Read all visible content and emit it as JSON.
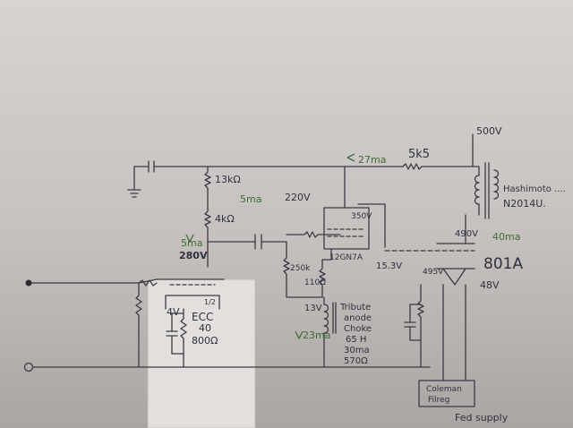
{
  "labels": {
    "r_13k": "13kΩ",
    "i_5ma_top": "5ma",
    "v_220": "220V",
    "r_4k": "4kΩ",
    "i_5ma_left": "5ma",
    "v_280": "280V",
    "r_250k": "250k",
    "r_110": "110Ω",
    "tube_12gn7a": "12GN7A",
    "v_15_3": "15.3V",
    "v_350": "350V",
    "i_27ma": "27ma",
    "r_5k5": "5k5",
    "v_500": "500V",
    "transformer_line1": "Hashimoto ....",
    "transformer_line2": "N2014U.",
    "v_490": "490V",
    "i_40ma": "40ma",
    "tube_801a": "801A",
    "v_48": "48V",
    "v_495": "495V",
    "v_13": "13V",
    "i_23ma": "23ma",
    "choke_line1": "Tribute",
    "choke_line2": "anode",
    "choke_line3": "Choke",
    "choke_line4": "65 H",
    "choke_line5": "30ma",
    "choke_line6": "570Ω",
    "cathode_4v": "4V",
    "tube_ecc40": "ECC",
    "tube_ecc40_num": "40",
    "tube_ecc40_half": "1/2",
    "r_800": "800Ω",
    "coleman_line1": "Coleman",
    "coleman_line2": "Filreg",
    "supply_note": "Fed supply"
  },
  "colors": {
    "ink": "#3a3a44",
    "green_ink": "#3c6e34",
    "paper": "#d8d4d2"
  }
}
